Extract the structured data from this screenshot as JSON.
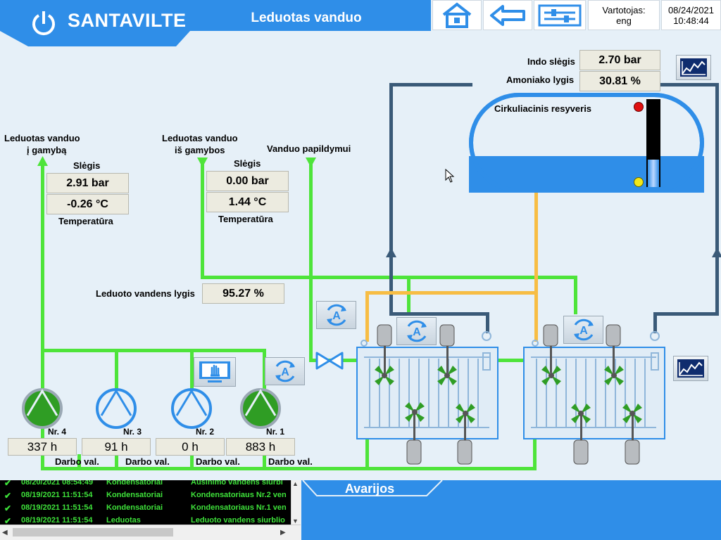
{
  "header": {
    "brand": "SANTAVILTE",
    "title": "Leduotas vanduo",
    "user_label": "Vartotojas:",
    "user_name": "eng",
    "date": "08/24/2021",
    "time": "10:48:44"
  },
  "left_gauges": {
    "out_label_line1": "Leduotas vanduo",
    "out_label_line2": "į gamybą",
    "out_pressure_label": "Slėgis",
    "out_pressure": "2.91 bar",
    "out_temperature": "-0.26 °C",
    "out_temperature_label": "Temperatūra",
    "in_label_line1": "Leduotas vanduo",
    "in_label_line2": "iš gamybos",
    "in_pressure_label": "Slėgis",
    "in_pressure": "0.00 bar",
    "in_temperature": "1.44 °C",
    "in_temperature_label": "Temperatūra",
    "makeup_label": "Vanduo papildymui",
    "level_label": "Leduoto vandens lygis",
    "level_value": "95.27 %"
  },
  "tank": {
    "pressure_label": "Indo slėgis",
    "pressure_value": "2.70 bar",
    "ammonia_label": "Amoniako lygis",
    "ammonia_value": "30.81 %",
    "name": "Cirkuliacinis resyveris",
    "level_fraction": 0.31
  },
  "pumps": [
    {
      "nr": "Nr. 4",
      "hours": "337 h",
      "hours_label": "Darbo val.",
      "running": true
    },
    {
      "nr": "Nr. 3",
      "hours": "91 h",
      "hours_label": "Darbo val.",
      "running": false
    },
    {
      "nr": "Nr. 2",
      "hours": "0 h",
      "hours_label": "Darbo val.",
      "running": false
    },
    {
      "nr": "Nr. 1",
      "hours": "883 h",
      "hours_label": "Darbo val.",
      "running": true
    }
  ],
  "auto_label": "A",
  "alarms": {
    "title": "Avarijos",
    "rows": [
      {
        "date": "08/20/2021 08:54:49",
        "group": "Kondensatoriai",
        "text": "Aušinimo vandens siurbl"
      },
      {
        "date": "08/19/2021 11:51:54",
        "group": "Kondensatoriai",
        "text": "Kondensatoriaus Nr.2 ven"
      },
      {
        "date": "08/19/2021 11:51:54",
        "group": "Kondensatoriai",
        "text": "Kondensatoriaus Nr.1 ven"
      },
      {
        "date": "08/19/2021 11:51:54",
        "group": "Leduotas",
        "text": "Leduoto vandens siurblio"
      }
    ]
  },
  "colors": {
    "brand_blue": "#2f8ee8",
    "pipe_green": "#4ee43a",
    "pipe_dark": "#3a5a78",
    "pipe_orange": "#f7bd44",
    "pump_running": "#2f9d24",
    "alarm_text": "#3ee23a"
  },
  "icons": [
    "home-icon",
    "back-arrow-icon",
    "settings-sliders-icon",
    "trend-chart-icon",
    "hand-screen-icon",
    "auto-mode-icon",
    "valve-icon",
    "fan-icon"
  ]
}
